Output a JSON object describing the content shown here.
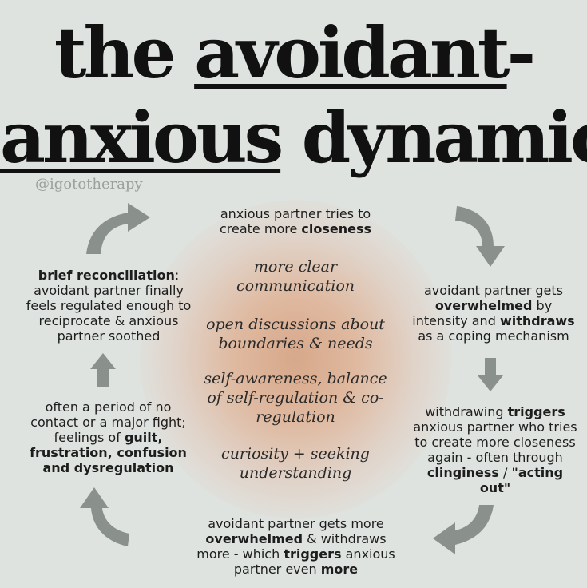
{
  "title": {
    "line1_a": "the ",
    "line1_b": "avoidant",
    "line1_c": "-",
    "line2_a": "anxious",
    "line2_b": " dynamic"
  },
  "handle": "@igototherapy",
  "cycle": {
    "top": {
      "t1": "anxious partner tries to create more ",
      "b1": "closeness"
    },
    "right_upper": {
      "t1": "avoidant partner gets ",
      "b1": "overwhelmed",
      "t2": " by intensity and ",
      "b2": "withdraws",
      "t3": " as a coping mechanism"
    },
    "right_lower": {
      "t1": "withdrawing ",
      "b1": "triggers",
      "t2": " anxious partner who tries to create more closeness again - often through ",
      "b2": "clinginess",
      "t3": " / ",
      "b3": "\"acting out\""
    },
    "bottom": {
      "t1": "avoidant partner gets more ",
      "b1": "overwhelmed",
      "t2": " & withdraws more - which ",
      "b2": "triggers",
      "t3": " anxious partner even ",
      "b3": "more"
    },
    "left_lower": {
      "t1": "often a period of no contact or a major fight; feelings of ",
      "b1": "guilt, frustration, confusion and dysregulation"
    },
    "left_upper": {
      "b1": "brief reconciliation",
      "t1": ": avoidant partner finally feels regulated enough to reciprocate & anxious partner soothed"
    }
  },
  "center": {
    "c1": "more clear communication",
    "c2": "open discussions about boundaries & needs",
    "c3": "self-awareness, balance of self-regulation & co-regulation",
    "c4": "curiosity + seeking understanding"
  },
  "colors": {
    "arrow": "#8a918d",
    "background": "#dfe3e0",
    "glow": "#d7a88a"
  }
}
